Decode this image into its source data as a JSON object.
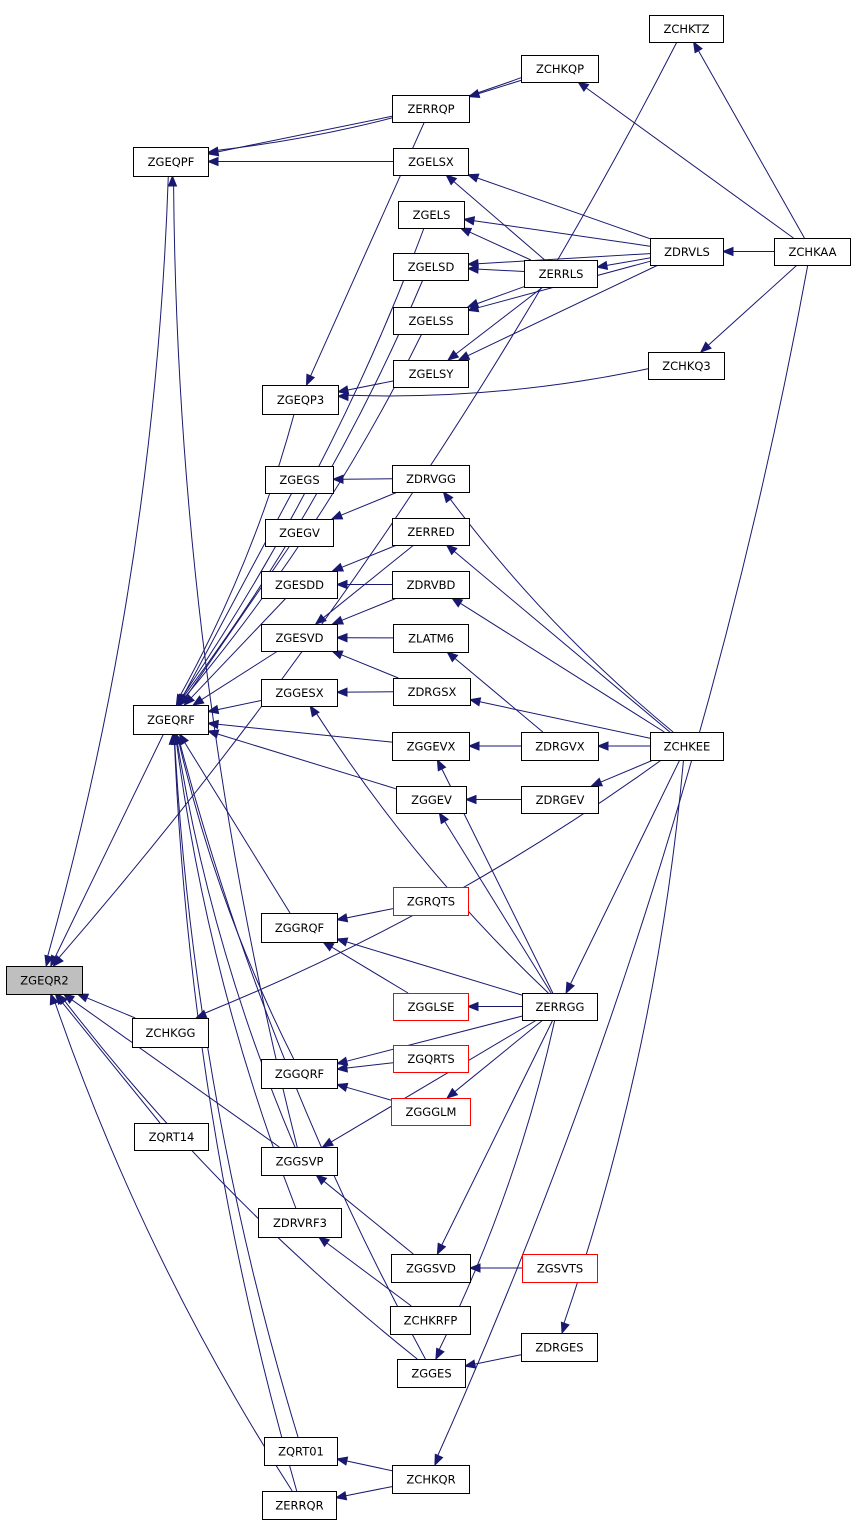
{
  "diagram": {
    "colors": {
      "edge": "#191970",
      "node_border": "#000000",
      "node_fill": "#ffffff",
      "focus_fill": "#bfbfbf",
      "external_border": "#ff0000",
      "label": "#000000"
    },
    "nodes": [
      {
        "id": "ZGEQR2",
        "label": "ZGEQR2",
        "focus": true
      },
      {
        "id": "ZGEQPF",
        "label": "ZGEQPF"
      },
      {
        "id": "ZGEQRF",
        "label": "ZGEQRF"
      },
      {
        "id": "ZCHKGG",
        "label": "ZCHKGG"
      },
      {
        "id": "ZQRT14",
        "label": "ZQRT14"
      },
      {
        "id": "ZCHKTZ",
        "label": "ZCHKTZ"
      },
      {
        "id": "ZCHKQP",
        "label": "ZCHKQP"
      },
      {
        "id": "ZERRQP",
        "label": "ZERRQP"
      },
      {
        "id": "ZGELSX",
        "label": "ZGELSX"
      },
      {
        "id": "ZGELS",
        "label": "ZGELS"
      },
      {
        "id": "ZGELSD",
        "label": "ZGELSD"
      },
      {
        "id": "ZGELSS",
        "label": "ZGELSS"
      },
      {
        "id": "ZGELSY",
        "label": "ZGELSY"
      },
      {
        "id": "ZGEQP3",
        "label": "ZGEQP3"
      },
      {
        "id": "ZERRLS",
        "label": "ZERRLS"
      },
      {
        "id": "ZDRVLS",
        "label": "ZDRVLS"
      },
      {
        "id": "ZCHKAA",
        "label": "ZCHKAA"
      },
      {
        "id": "ZCHKQ3",
        "label": "ZCHKQ3"
      },
      {
        "id": "ZGEGS",
        "label": "ZGEGS"
      },
      {
        "id": "ZGEGV",
        "label": "ZGEGV"
      },
      {
        "id": "ZGESDD",
        "label": "ZGESDD"
      },
      {
        "id": "ZGESVD",
        "label": "ZGESVD"
      },
      {
        "id": "ZGGESX",
        "label": "ZGGESX"
      },
      {
        "id": "ZDRVGG",
        "label": "ZDRVGG"
      },
      {
        "id": "ZERRED",
        "label": "ZERRED"
      },
      {
        "id": "ZDRVBD",
        "label": "ZDRVBD"
      },
      {
        "id": "ZLATM6",
        "label": "ZLATM6"
      },
      {
        "id": "ZDRGSX",
        "label": "ZDRGSX"
      },
      {
        "id": "ZGGEVX",
        "label": "ZGGEVX"
      },
      {
        "id": "ZDRGVX",
        "label": "ZDRGVX"
      },
      {
        "id": "ZCHKEE",
        "label": "ZCHKEE"
      },
      {
        "id": "ZGGEV",
        "label": "ZGGEV"
      },
      {
        "id": "ZDRGEV",
        "label": "ZDRGEV"
      },
      {
        "id": "ZGGRQF",
        "label": "ZGGRQF"
      },
      {
        "id": "ZGRQTS",
        "label": "ZGRQTS",
        "external": true
      },
      {
        "id": "ZGGLSE",
        "label": "ZGGLSE",
        "external": true
      },
      {
        "id": "ZERRGG",
        "label": "ZERRGG"
      },
      {
        "id": "ZGGQRF",
        "label": "ZGGQRF"
      },
      {
        "id": "ZGQRTS",
        "label": "ZGQRTS",
        "external": true
      },
      {
        "id": "ZGGGLM",
        "label": "ZGGGLM",
        "external": true
      },
      {
        "id": "ZGGSVP",
        "label": "ZGGSVP"
      },
      {
        "id": "ZDRVRF3",
        "label": "ZDRVRF3"
      },
      {
        "id": "ZGGSVD",
        "label": "ZGGSVD"
      },
      {
        "id": "ZGSVTS",
        "label": "ZGSVTS",
        "external": true
      },
      {
        "id": "ZCHKRFP",
        "label": "ZCHKRFP"
      },
      {
        "id": "ZDRGES",
        "label": "ZDRGES"
      },
      {
        "id": "ZGGES",
        "label": "ZGGES"
      },
      {
        "id": "ZQRT01",
        "label": "ZQRT01"
      },
      {
        "id": "ZCHKQR",
        "label": "ZCHKQR"
      },
      {
        "id": "ZERRQR",
        "label": "ZERRQR"
      }
    ],
    "edges": [
      [
        "ZCHKTZ",
        "ZGEQR2"
      ],
      [
        "ZCHKQP",
        "ZGEQPF"
      ],
      [
        "ZCHKQP",
        "ZERRQP"
      ],
      [
        "ZERRQP",
        "ZGEQPF"
      ],
      [
        "ZGELSX",
        "ZGEQPF"
      ],
      [
        "ZGEQPF",
        "ZGEQR2"
      ],
      [
        "ZGEQRF",
        "ZGEQR2"
      ],
      [
        "ZCHKGG",
        "ZGEQR2"
      ],
      [
        "ZQRT14",
        "ZGEQR2"
      ],
      [
        "ZERRQP",
        "ZGEQP3"
      ],
      [
        "ZGELS",
        "ZGEQRF"
      ],
      [
        "ZGELSD",
        "ZGEQRF"
      ],
      [
        "ZGELSS",
        "ZGEQRF"
      ],
      [
        "ZGELSY",
        "ZGEQP3"
      ],
      [
        "ZGEQP3",
        "ZGEQRF"
      ],
      [
        "ZERRLS",
        "ZGELSX"
      ],
      [
        "ZERRLS",
        "ZGELS"
      ],
      [
        "ZERRLS",
        "ZGELSD"
      ],
      [
        "ZERRLS",
        "ZGELSS"
      ],
      [
        "ZERRLS",
        "ZGELSY"
      ],
      [
        "ZDRVLS",
        "ZGELSX"
      ],
      [
        "ZDRVLS",
        "ZGELS"
      ],
      [
        "ZDRVLS",
        "ZGELSD"
      ],
      [
        "ZDRVLS",
        "ZGELSS"
      ],
      [
        "ZDRVLS",
        "ZGELSY"
      ],
      [
        "ZDRVLS",
        "ZERRLS"
      ],
      [
        "ZCHKAA",
        "ZCHKTZ"
      ],
      [
        "ZCHKAA",
        "ZCHKQP"
      ],
      [
        "ZCHKAA",
        "ZDRVLS"
      ],
      [
        "ZCHKAA",
        "ZCHKQ3"
      ],
      [
        "ZCHKAA",
        "ZCHKQR"
      ],
      [
        "ZCHKQ3",
        "ZGEQP3"
      ],
      [
        "ZGEGS",
        "ZGEQRF"
      ],
      [
        "ZGEGV",
        "ZGEQRF"
      ],
      [
        "ZGESDD",
        "ZGEQRF"
      ],
      [
        "ZGESVD",
        "ZGEQRF"
      ],
      [
        "ZGGESX",
        "ZGEQRF"
      ],
      [
        "ZDRVGG",
        "ZGEGS"
      ],
      [
        "ZDRVGG",
        "ZGEGV"
      ],
      [
        "ZERRED",
        "ZGESDD"
      ],
      [
        "ZERRED",
        "ZGESVD"
      ],
      [
        "ZDRVBD",
        "ZGESDD"
      ],
      [
        "ZDRVBD",
        "ZGESVD"
      ],
      [
        "ZLATM6",
        "ZGESVD"
      ],
      [
        "ZDRGSX",
        "ZGESVD"
      ],
      [
        "ZDRGSX",
        "ZGGESX"
      ],
      [
        "ZGGEVX",
        "ZGEQRF"
      ],
      [
        "ZDRGVX",
        "ZGGEVX"
      ],
      [
        "ZDRGVX",
        "ZLATM6"
      ],
      [
        "ZCHKEE",
        "ZDRVGG"
      ],
      [
        "ZCHKEE",
        "ZERRED"
      ],
      [
        "ZCHKEE",
        "ZDRVBD"
      ],
      [
        "ZCHKEE",
        "ZDRGSX"
      ],
      [
        "ZCHKEE",
        "ZDRGVX"
      ],
      [
        "ZCHKEE",
        "ZDRGEV"
      ],
      [
        "ZCHKEE",
        "ZERRGG"
      ],
      [
        "ZCHKEE",
        "ZDRGES"
      ],
      [
        "ZCHKEE",
        "ZCHKGG"
      ],
      [
        "ZGGEV",
        "ZGEQRF"
      ],
      [
        "ZDRGEV",
        "ZGGEV"
      ],
      [
        "ZGGRQF",
        "ZGEQRF"
      ],
      [
        "ZGRQTS",
        "ZGGRQF"
      ],
      [
        "ZGGLSE",
        "ZGGRQF"
      ],
      [
        "ZERRGG",
        "ZGGRQF"
      ],
      [
        "ZERRGG",
        "ZGGLSE"
      ],
      [
        "ZERRGG",
        "ZGGQRF"
      ],
      [
        "ZERRGG",
        "ZGGGLM"
      ],
      [
        "ZERRGG",
        "ZGGSVP"
      ],
      [
        "ZERRGG",
        "ZGGSVD"
      ],
      [
        "ZERRGG",
        "ZGGESX"
      ],
      [
        "ZERRGG",
        "ZGGEVX"
      ],
      [
        "ZERRGG",
        "ZGGEV"
      ],
      [
        "ZERRGG",
        "ZGGES"
      ],
      [
        "ZGGQRF",
        "ZGEQRF"
      ],
      [
        "ZGQRTS",
        "ZGGQRF"
      ],
      [
        "ZGGGLM",
        "ZGGQRF"
      ],
      [
        "ZGGSVP",
        "ZGEQRF"
      ],
      [
        "ZGGSVP",
        "ZGEQPF"
      ],
      [
        "ZGGSVP",
        "ZGEQR2"
      ],
      [
        "ZDRVRF3",
        "ZGEQRF"
      ],
      [
        "ZGGSVD",
        "ZGGSVP"
      ],
      [
        "ZGSVTS",
        "ZGGSVD"
      ],
      [
        "ZCHKRFP",
        "ZDRVRF3"
      ],
      [
        "ZDRGES",
        "ZGGES"
      ],
      [
        "ZGGES",
        "ZGEQRF"
      ],
      [
        "ZGGES",
        "ZGEQR2"
      ],
      [
        "ZQRT01",
        "ZGEQRF"
      ],
      [
        "ZCHKQR",
        "ZQRT01"
      ],
      [
        "ZCHKQR",
        "ZERRQR"
      ],
      [
        "ZERRQR",
        "ZGEQRF"
      ],
      [
        "ZERRQR",
        "ZGEQR2"
      ]
    ]
  }
}
